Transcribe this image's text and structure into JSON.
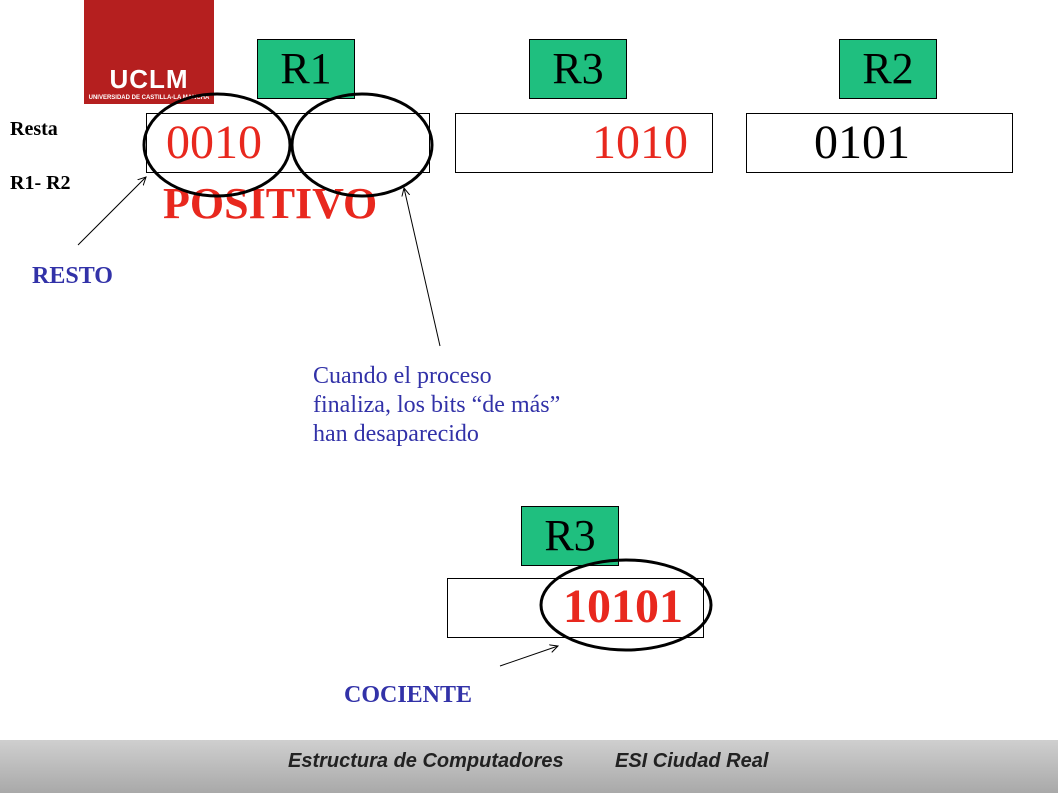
{
  "logo": {
    "main": "UCLM",
    "sub": "UNIVERSIDAD DE CASTILLA-LA MANCHA"
  },
  "registers": {
    "r1": {
      "label": "R1",
      "value": "0010"
    },
    "r3_top": {
      "label": "R3",
      "value": "1010"
    },
    "r2": {
      "label": "R2",
      "value": "0101"
    },
    "r3_bottom": {
      "label": "R3",
      "value": "10101"
    }
  },
  "side": {
    "line1": "Resta",
    "line2": "R1- R2"
  },
  "sign_text": "POSITIVO",
  "resto_label": "RESTO",
  "cociente_label": "COCIENTE",
  "note": {
    "line1": "Cuando el proceso",
    "line2": "finaliza, los bits “de más”",
    "line3": "han desaparecido"
  },
  "footer": {
    "left": "Estructura de Computadores",
    "right": "ESI Ciudad Real"
  },
  "colors": {
    "accent_red": "#e8281e",
    "register_label_bg": "#1fbf7f",
    "annotation_blue": "#3232a8",
    "logo_red": "#b51f1f"
  }
}
